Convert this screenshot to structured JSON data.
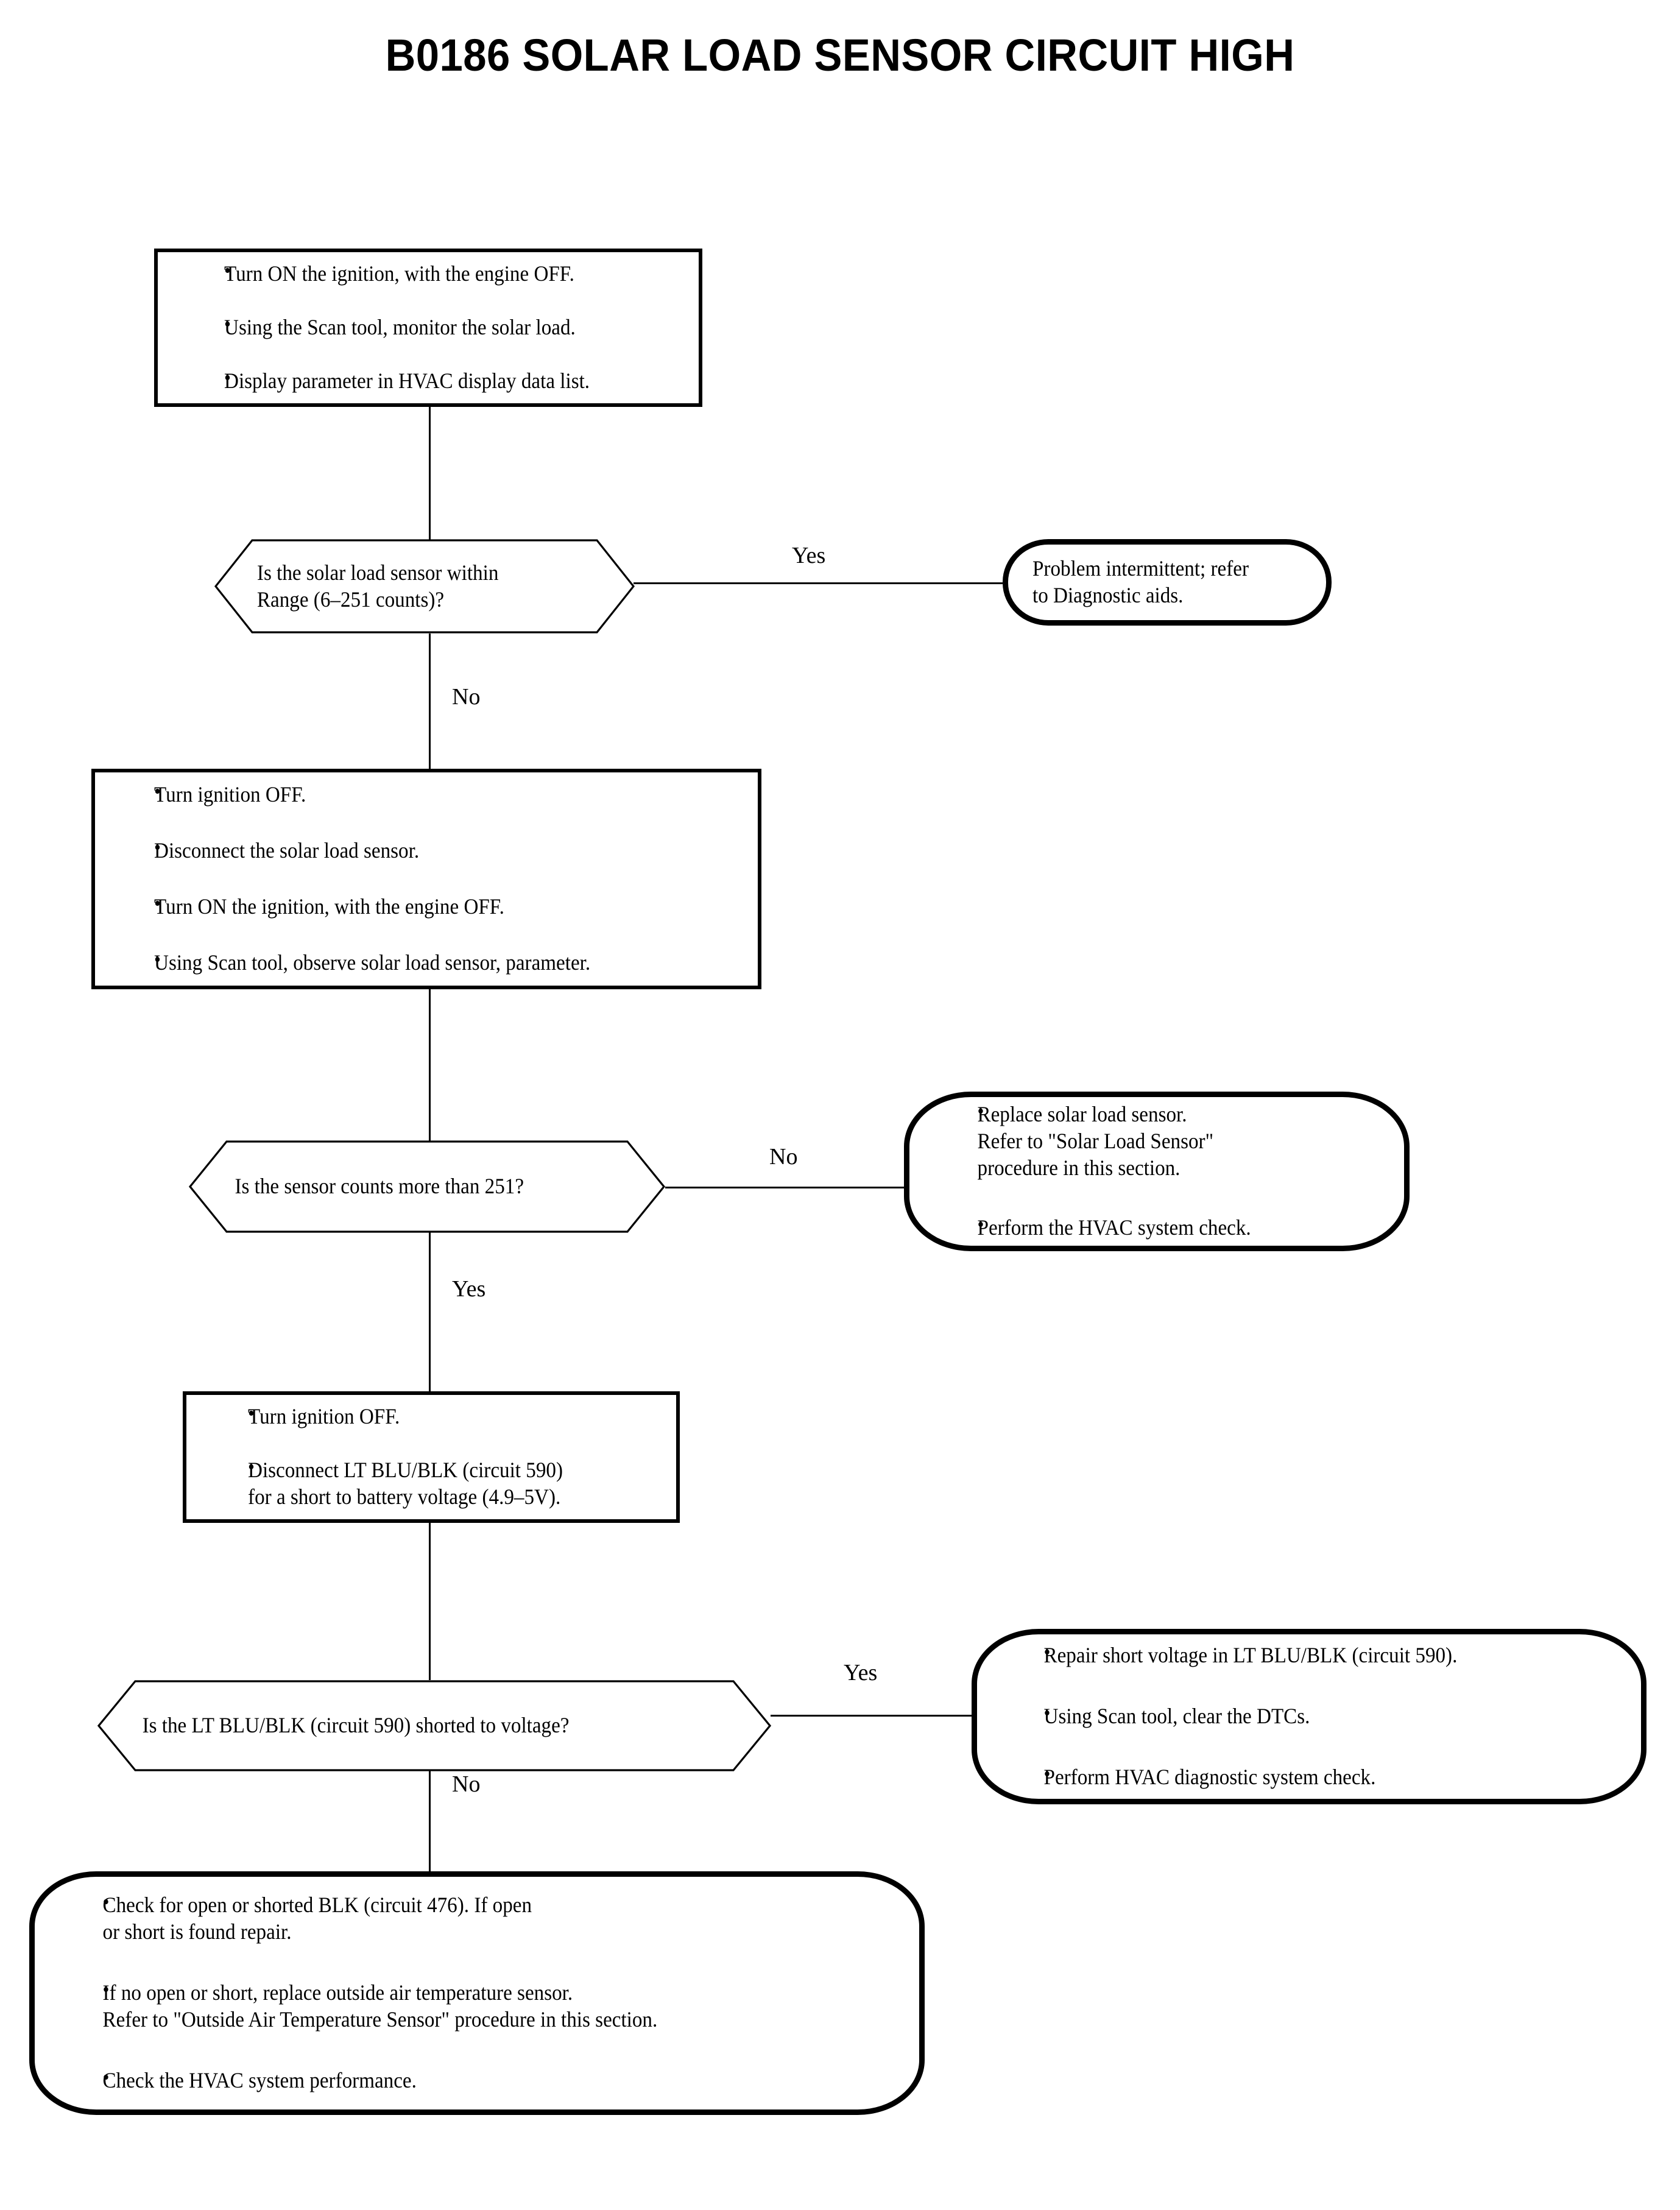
{
  "title": "B0186 SOLAR LOAD SENSOR CIRCUIT HIGH",
  "chart_data": {
    "type": "flowchart",
    "orientation": "top-to-bottom",
    "node_count": 10,
    "nodes": [
      {
        "id": "step1",
        "shape": "process",
        "bullets": [
          "Turn ON the ignition, with the engine OFF.",
          "Using the Scan tool, monitor the solar load.",
          "Display parameter in HVAC display data list."
        ]
      },
      {
        "id": "decision1",
        "shape": "hexagon",
        "text": "Is the solar load sensor within\nRange (6–251 counts)?"
      },
      {
        "id": "result1",
        "shape": "terminal",
        "text": "Problem intermittent; refer\nto Diagnostic aids."
      },
      {
        "id": "step2",
        "shape": "process",
        "bullets": [
          "Turn ignition OFF.",
          "Disconnect the solar load sensor.",
          "Turn ON the ignition, with the engine OFF.",
          "Using Scan tool, observe solar load sensor, parameter."
        ]
      },
      {
        "id": "decision2",
        "shape": "hexagon",
        "text": "Is the sensor counts more than 251?"
      },
      {
        "id": "result2",
        "shape": "terminal",
        "bullets": [
          "Replace solar load sensor.\nRefer to \"Solar Load Sensor\"\nprocedure in this section.",
          "Perform the HVAC system check."
        ]
      },
      {
        "id": "step3",
        "shape": "process",
        "bullets": [
          "Turn ignition OFF.",
          "Disconnect LT BLU/BLK (circuit 590)\nfor a short to battery voltage (4.9–5V)."
        ]
      },
      {
        "id": "decision3",
        "shape": "hexagon",
        "text": "Is the LT BLU/BLK (circuit 590) shorted to voltage?"
      },
      {
        "id": "result3",
        "shape": "terminal",
        "bullets": [
          "Repair short voltage in LT BLU/BLK (circuit 590).",
          "Using Scan tool, clear the DTCs.",
          "Perform HVAC diagnostic system check."
        ]
      },
      {
        "id": "result4",
        "shape": "terminal",
        "bullets": [
          "Check for open or shorted BLK (circuit 476).  If open\nor short is found repair.",
          "If no open or short, replace outside air temperature sensor.\nRefer to \"Outside Air Temperature Sensor\" procedure in this section.",
          "Check the HVAC system performance."
        ]
      }
    ],
    "edges": [
      {
        "from": "step1",
        "to": "decision1",
        "label": ""
      },
      {
        "from": "decision1",
        "to": "result1",
        "label": "Yes"
      },
      {
        "from": "decision1",
        "to": "step2",
        "label": "No"
      },
      {
        "from": "step2",
        "to": "decision2",
        "label": ""
      },
      {
        "from": "decision2",
        "to": "result2",
        "label": "No"
      },
      {
        "from": "decision2",
        "to": "step3",
        "label": "Yes"
      },
      {
        "from": "step3",
        "to": "decision3",
        "label": ""
      },
      {
        "from": "decision3",
        "to": "result3",
        "label": "Yes"
      },
      {
        "from": "decision3",
        "to": "result4",
        "label": "No"
      }
    ],
    "colors": {
      "stroke": "#000000",
      "fill": "#ffffff",
      "text": "#000000"
    }
  },
  "step1": {
    "b1": "Turn ON the ignition, with the engine OFF.",
    "b2": "Using the Scan tool, monitor the solar load.",
    "b3": "Display parameter in HVAC display data list."
  },
  "decision1": {
    "text": "Is the solar load sensor within\nRange (6–251 counts)?"
  },
  "result1": {
    "text": "Problem intermittent; refer\nto Diagnostic aids."
  },
  "step2": {
    "b1": "Turn ignition OFF.",
    "b2": "Disconnect the solar load sensor.",
    "b3": "Turn ON the ignition, with the engine OFF.",
    "b4": "Using Scan tool, observe solar load sensor, parameter."
  },
  "decision2": {
    "text": "Is the sensor counts more than 251?"
  },
  "result2": {
    "b1": "Replace solar load sensor.\nRefer to \"Solar Load Sensor\"\nprocedure in this section.",
    "b2": "Perform the HVAC system check."
  },
  "step3": {
    "b1": "Turn ignition OFF.",
    "b2": "Disconnect LT BLU/BLK (circuit 590)\nfor a short to battery voltage (4.9–5V)."
  },
  "decision3": {
    "text": "Is the LT BLU/BLK (circuit 590) shorted to voltage?"
  },
  "result3": {
    "b1": "Repair short voltage in LT BLU/BLK (circuit 590).",
    "b2": "Using Scan tool, clear the DTCs.",
    "b3": "Perform HVAC diagnostic system check."
  },
  "result4": {
    "b1": "Check for open or shorted BLK (circuit 476).  If open\nor short is found repair.",
    "b2": "If no open or short, replace outside air temperature sensor.\nRefer to \"Outside Air Temperature Sensor\" procedure in this section.",
    "b3": "Check the HVAC system performance."
  },
  "labels": {
    "yes1": "Yes",
    "no1": "No",
    "no2": "No",
    "yes2": "Yes",
    "yes3": "Yes",
    "no3": "No"
  }
}
